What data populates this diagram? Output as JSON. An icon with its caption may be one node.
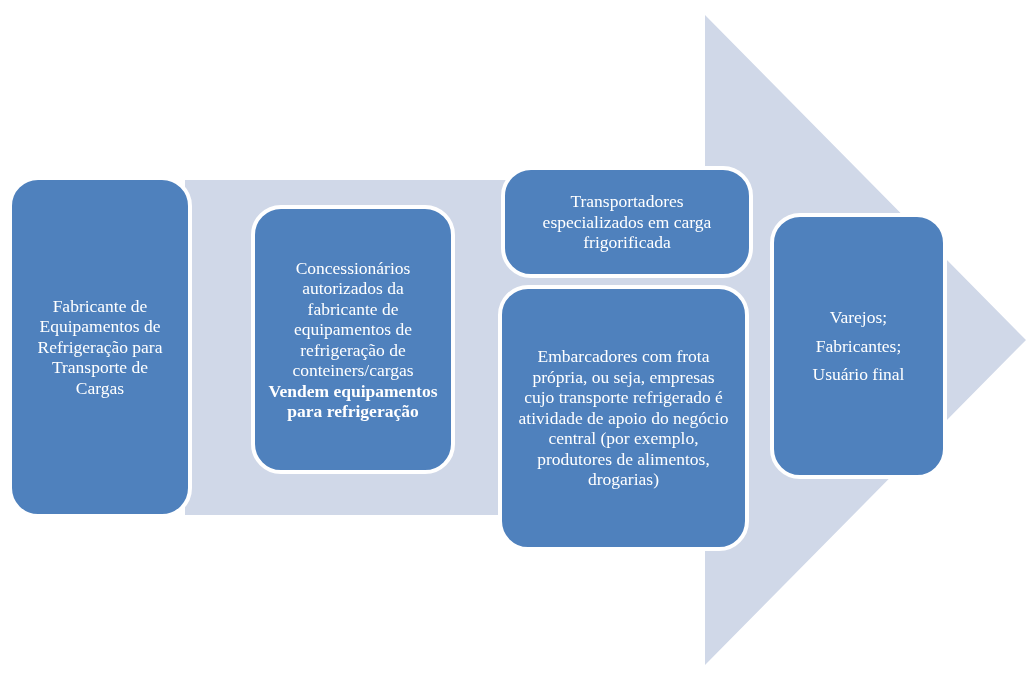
{
  "diagram": {
    "nodes": [
      {
        "text": [
          "Fabricante de Equipamentos de Refrigeração para Transporte de Cargas"
        ]
      },
      {
        "text": [
          "Concessionários autorizados da fabricante de equipamentos de refrigeração de conteiners/cargas **Vendem equipamentos para refrigeração**"
        ]
      },
      {
        "text": [
          "Transportadores especializados em carga frigorificada"
        ]
      },
      {
        "text": [
          "Embarcadores com frota própria, ou seja, empresas cujo transporte refrigerado é atividade de apoio do negócio central (por exemplo, produtores de alimentos, drogarias)"
        ]
      },
      {
        "text": [
          "Varejos;",
          "Fabricantes;",
          "Usuário final"
        ]
      }
    ]
  }
}
